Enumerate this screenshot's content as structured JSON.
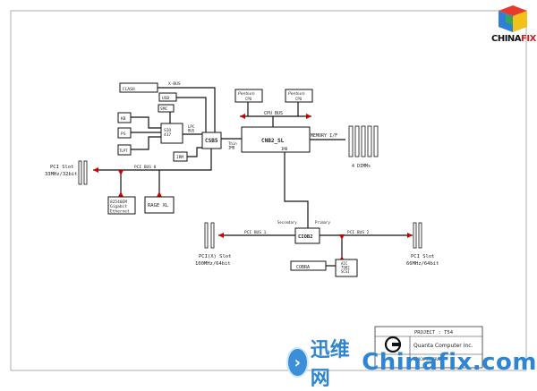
{
  "logo": {
    "text_a": "CHINA",
    "text_b": "FIX"
  },
  "watermark": {
    "cn": "迅维网",
    "en": "Chinafix.com",
    "badge": "›"
  },
  "blocks": {
    "flash": "FLASH",
    "xbus": "X-BUS",
    "usb": "USB",
    "smc": "SMC",
    "kb": "KB",
    "ps": "PS",
    "tlpt": "TLPT",
    "sio": "SIO\n417",
    "lpc_bus": "LPC\nBUS",
    "irm": "IRM",
    "csb5": "CSB5",
    "thin_imb": "Thin\nIMB",
    "cpu1_brand": "Pentium",
    "cpu1_sub": "CPU",
    "cpu2_brand": "Pentium",
    "cpu2_sub": "CPU",
    "cpu_bus": "CPU BUS",
    "cnb": "CNB2_SL",
    "imb": "IMB",
    "memory": "MEMORY I/F",
    "dimms": "4 DIMMs",
    "pci_left_label": "PCI Slot",
    "pci_left_spec": "33MHz/32bit",
    "pci_bus0": "PCI BUS 0",
    "nic": "82540EM\nGigabit\nEthernet",
    "rage": "RAGE XL",
    "secondary": "Secondary",
    "primary": "Primary",
    "cioc": "CIOB2",
    "pci_bus1": "PCI BUS 1",
    "pci_bus2": "PCI BUS 2",
    "pcix1_label": "PCI(X) Slot",
    "pcix1_spec": "100MHz/64bit",
    "pcix2_label": "PCI Slot",
    "pcix2_spec": "66MHz/64bit",
    "cobra": "COBRA",
    "scsi": "AIC\n7902\nSCSI"
  },
  "title_block": {
    "project_label": "PROJECT : T54",
    "company": "Quanta Computer Inc.",
    "doc": "BLOCK DIAGRAMS"
  }
}
